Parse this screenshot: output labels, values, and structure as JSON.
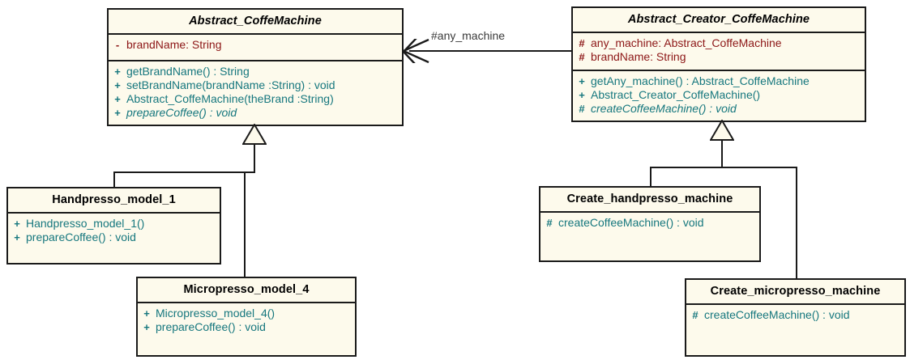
{
  "diagram": {
    "title": "Abstract Factory - Coffee Machine UML class diagram",
    "colors": {
      "class_fill": "#fdfaec",
      "border": "#1a1a1a",
      "attribute_text": "#8d1717",
      "method_text": "#16777e",
      "name_text": "#000000",
      "label_text": "#3a3a3a"
    },
    "classes": [
      {
        "id": "abstract-coffemachine",
        "name": "Abstract_CoffeMachine",
        "abstract": true,
        "attributes": [
          {
            "visibility": "-",
            "text": "brandName:  String"
          }
        ],
        "methods": [
          {
            "visibility": "+",
            "text": "getBrandName() : String",
            "abstract": false
          },
          {
            "visibility": "+",
            "text": "setBrandName(brandName :String) : void",
            "abstract": false
          },
          {
            "visibility": "+",
            "text": "Abstract_CoffeMachine(theBrand :String)",
            "abstract": false
          },
          {
            "visibility": "+",
            "text": "prepareCoffee() : void",
            "abstract": true
          }
        ]
      },
      {
        "id": "abstract-creator-coffemachine",
        "name": "Abstract_Creator_CoffeMachine",
        "abstract": true,
        "attributes": [
          {
            "visibility": "#",
            "text": "any_machine:  Abstract_CoffeMachine"
          },
          {
            "visibility": "#",
            "text": "brandName:  String"
          }
        ],
        "methods": [
          {
            "visibility": "+",
            "text": "getAny_machine() : Abstract_CoffeMachine",
            "abstract": false
          },
          {
            "visibility": "+",
            "text": "Abstract_Creator_CoffeMachine()",
            "abstract": false
          },
          {
            "visibility": "#",
            "text": "createCoffeeMachine() : void",
            "abstract": true
          }
        ]
      },
      {
        "id": "handpresso-model-1",
        "name": "Handpresso_model_1",
        "abstract": false,
        "attributes": [],
        "methods": [
          {
            "visibility": "+",
            "text": "Handpresso_model_1()",
            "abstract": false
          },
          {
            "visibility": "+",
            "text": "prepareCoffee() : void",
            "abstract": false
          }
        ]
      },
      {
        "id": "micropresso-model-4",
        "name": "Micropresso_model_4",
        "abstract": false,
        "attributes": [],
        "methods": [
          {
            "visibility": "+",
            "text": "Micropresso_model_4()",
            "abstract": false
          },
          {
            "visibility": "+",
            "text": "prepareCoffee() : void",
            "abstract": false
          }
        ]
      },
      {
        "id": "create-handpresso-machine",
        "name": "Create_handpresso_machine",
        "abstract": false,
        "attributes": [],
        "methods": [
          {
            "visibility": "#",
            "text": "createCoffeeMachine() : void",
            "abstract": false
          }
        ]
      },
      {
        "id": "create-micropresso-machine",
        "name": "Create_micropresso_machine",
        "abstract": false,
        "attributes": [],
        "methods": [
          {
            "visibility": "#",
            "text": "createCoffeeMachine() : void",
            "abstract": false
          }
        ]
      }
    ],
    "relationships": [
      {
        "id": "assoc-any-machine",
        "type": "association",
        "label": "#any_machine",
        "from": "Abstract_Creator_CoffeMachine",
        "to": "Abstract_CoffeMachine"
      },
      {
        "id": "gen-handpresso",
        "type": "generalization",
        "from": "Handpresso_model_1",
        "to": "Abstract_CoffeMachine"
      },
      {
        "id": "gen-micropresso",
        "type": "generalization",
        "from": "Micropresso_model_4",
        "to": "Abstract_CoffeMachine"
      },
      {
        "id": "gen-create-handpresso",
        "type": "generalization",
        "from": "Create_handpresso_machine",
        "to": "Abstract_Creator_CoffeMachine"
      },
      {
        "id": "gen-create-micropresso",
        "type": "generalization",
        "from": "Create_micropresso_machine",
        "to": "Abstract_Creator_CoffeMachine"
      }
    ]
  }
}
